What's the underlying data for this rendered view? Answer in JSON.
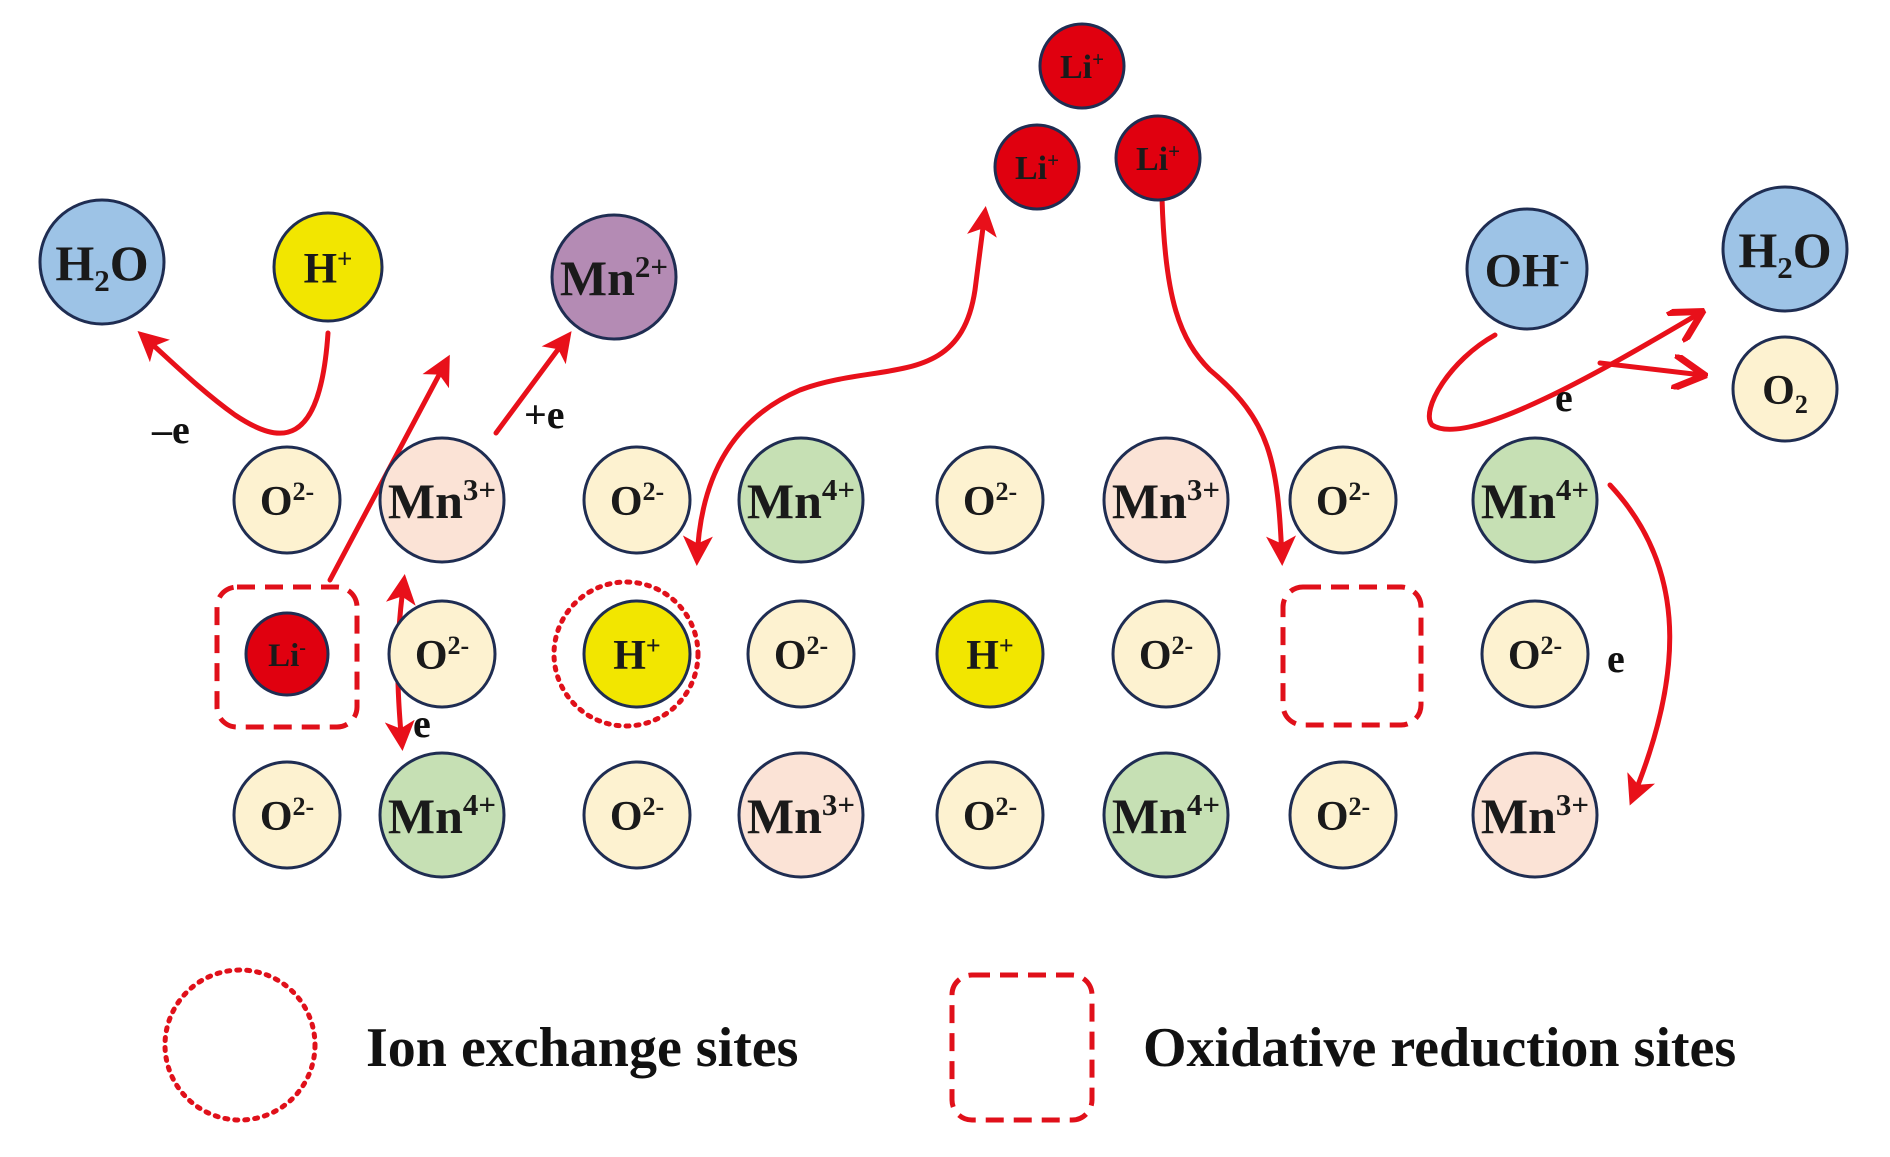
{
  "colors": {
    "O": "#fdf2d0",
    "Mn3": "#fbe3d6",
    "Mn4": "#c6e0b4",
    "H": "#f2e600",
    "Li": "#e0000f",
    "water": "#9dc3e6",
    "Mn2": "#b48bb4",
    "arrow": "#e8101a",
    "site": "#e0101a",
    "stroke": "#1f2d52"
  },
  "lattice": {
    "row1": [
      {
        "base": "O",
        "sup": "2-",
        "kind": "O"
      },
      {
        "base": "Mn",
        "sup": "3+",
        "kind": "Mn3"
      },
      {
        "base": "O",
        "sup": "2-",
        "kind": "O"
      },
      {
        "base": "Mn",
        "sup": "4+",
        "kind": "Mn4"
      },
      {
        "base": "O",
        "sup": "2-",
        "kind": "O"
      },
      {
        "base": "Mn",
        "sup": "3+",
        "kind": "Mn3"
      },
      {
        "base": "O",
        "sup": "2-",
        "kind": "O"
      },
      {
        "base": "Mn",
        "sup": "4+",
        "kind": "Mn4"
      }
    ],
    "row2": [
      {
        "base": "Li",
        "sup": "-",
        "kind": "Li"
      },
      {
        "base": "O",
        "sup": "2-",
        "kind": "O"
      },
      {
        "base": "H",
        "sup": "+",
        "kind": "H"
      },
      {
        "base": "O",
        "sup": "2-",
        "kind": "O"
      },
      {
        "base": "H",
        "sup": "+",
        "kind": "H"
      },
      {
        "base": "O",
        "sup": "2-",
        "kind": "O"
      },
      {
        "base": "",
        "sup": "",
        "kind": "empty"
      },
      {
        "base": "O",
        "sup": "2-",
        "kind": "O"
      }
    ],
    "row3": [
      {
        "base": "O",
        "sup": "2-",
        "kind": "O"
      },
      {
        "base": "Mn",
        "sup": "4+",
        "kind": "Mn4"
      },
      {
        "base": "O",
        "sup": "2-",
        "kind": "O"
      },
      {
        "base": "Mn",
        "sup": "3+",
        "kind": "Mn3"
      },
      {
        "base": "O",
        "sup": "2-",
        "kind": "O"
      },
      {
        "base": "Mn",
        "sup": "4+",
        "kind": "Mn4"
      },
      {
        "base": "O",
        "sup": "2-",
        "kind": "O"
      },
      {
        "base": "Mn",
        "sup": "3+",
        "kind": "Mn3"
      }
    ]
  },
  "species": [
    {
      "id": "h2o-left",
      "base": "H",
      "sub": "2",
      "tail": "O",
      "kind": "water"
    },
    {
      "id": "h-plus-top",
      "base": "H",
      "sup": "+",
      "kind": "H"
    },
    {
      "id": "mn2-top",
      "base": "Mn",
      "sup": "2+",
      "kind": "Mn2"
    },
    {
      "id": "li-top-1",
      "base": "Li",
      "sup": "+",
      "kind": "Li"
    },
    {
      "id": "li-top-2",
      "base": "Li",
      "sup": "+",
      "kind": "Li"
    },
    {
      "id": "li-top-3",
      "base": "Li",
      "sup": "+",
      "kind": "Li"
    },
    {
      "id": "oh-right",
      "base": "OH",
      "sup": "-",
      "kind": "water"
    },
    {
      "id": "h2o-right",
      "base": "H",
      "sub": "2",
      "tail": "O",
      "kind": "water"
    },
    {
      "id": "o2-right",
      "base": "O",
      "sub": "2",
      "kind": "O"
    }
  ],
  "electron_labels": {
    "minus_e": "–e",
    "plus_e": "+e",
    "e_left": "e",
    "e_top_right": "e",
    "e_right": "e"
  },
  "legend": {
    "ion_exchange": "Ion exchange sites",
    "oxidative_reduction": "Oxidative reduction sites"
  }
}
